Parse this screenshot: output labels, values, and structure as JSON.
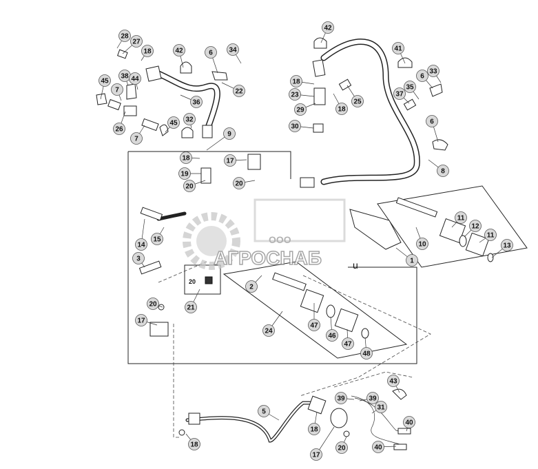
{
  "callouts": [
    {
      "label": "28"
    },
    {
      "label": "27"
    },
    {
      "label": "18"
    },
    {
      "label": "42"
    },
    {
      "label": "6"
    },
    {
      "label": "34"
    },
    {
      "label": "45"
    },
    {
      "label": "7"
    },
    {
      "label": "38"
    },
    {
      "label": "44"
    },
    {
      "label": "22"
    },
    {
      "label": "36"
    },
    {
      "label": "26"
    },
    {
      "label": "32"
    },
    {
      "label": "45"
    },
    {
      "label": "7"
    },
    {
      "label": "9"
    },
    {
      "label": "42"
    },
    {
      "label": "41"
    },
    {
      "label": "18"
    },
    {
      "label": "33"
    },
    {
      "label": "6"
    },
    {
      "label": "23"
    },
    {
      "label": "35"
    },
    {
      "label": "37"
    },
    {
      "label": "25"
    },
    {
      "label": "29"
    },
    {
      "label": "18"
    },
    {
      "label": "30"
    },
    {
      "label": "6"
    },
    {
      "label": "8"
    },
    {
      "label": "18"
    },
    {
      "label": "17"
    },
    {
      "label": "19"
    },
    {
      "label": "20"
    },
    {
      "label": "20"
    },
    {
      "label": "11"
    },
    {
      "label": "12"
    },
    {
      "label": "11"
    },
    {
      "label": "13"
    },
    {
      "label": "10"
    },
    {
      "label": "14"
    },
    {
      "label": "15"
    },
    {
      "label": "1"
    },
    {
      "label": "3"
    },
    {
      "label": "2"
    },
    {
      "label": "21"
    },
    {
      "label": "20"
    },
    {
      "label": "17"
    },
    {
      "label": "47"
    },
    {
      "label": "46"
    },
    {
      "label": "47"
    },
    {
      "label": "24"
    },
    {
      "label": "48"
    },
    {
      "label": "43"
    },
    {
      "label": "39"
    },
    {
      "label": "39"
    },
    {
      "label": "5"
    },
    {
      "label": "31"
    },
    {
      "label": "18"
    },
    {
      "label": "40"
    },
    {
      "label": "18"
    },
    {
      "label": "17"
    },
    {
      "label": "20"
    },
    {
      "label": "40"
    }
  ],
  "watermark": {
    "prefix": "ООО",
    "brand": "АГРОСНАБ",
    "stray_char": "u",
    "box_label": "20",
    "color": "#c8c8c8"
  },
  "colors": {
    "callout_fill": "#d9d9d9",
    "line": "#222222"
  }
}
